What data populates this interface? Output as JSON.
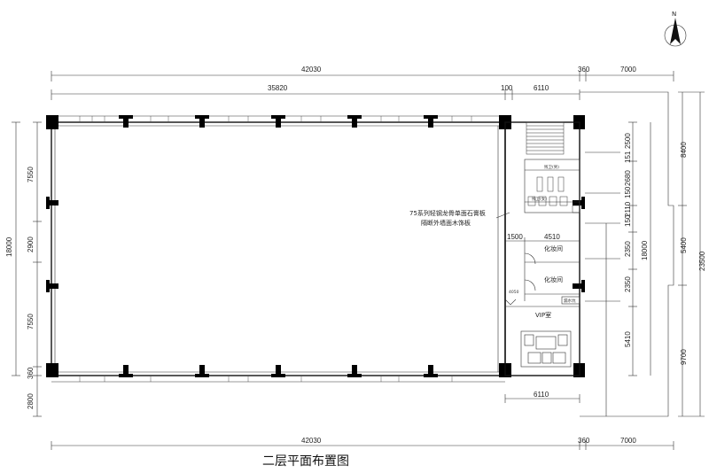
{
  "title": "二层平面布置图",
  "north": "N",
  "dims": {
    "top_total": "42030",
    "top_gap": "360",
    "top_right": "7000",
    "top_main": "35820",
    "top_100": "100",
    "top_6110": "6110",
    "left_7550_a": "7550",
    "left_2900": "2900",
    "left_7550_b": "7550",
    "left_360": "360",
    "left_2800": "2800",
    "left_total": "18000",
    "r_2500": "2500",
    "r_151": "151",
    "r_2680": "2680",
    "r_150": "150",
    "r_2110": "2110",
    "r_150b": "150",
    "r_2350_a": "2350",
    "r_2350_b": "2350",
    "r_5410": "5410",
    "r_18000": "18000",
    "far_8400": "8400",
    "far_5400": "5400",
    "far_9700": "9700",
    "far_23500": "23500",
    "mid_1500": "1500",
    "mid_4510": "4510",
    "bot_6110": "6110",
    "bot_total": "42030",
    "bot_gap": "360",
    "bot_right": "7000"
  },
  "labels": {
    "partition_line1": "75系列轻钢龙骨单面石膏板",
    "partition_line2": "隔断外墙面木饰板",
    "dressing_1": "化妆间",
    "dressing_2": "化妆间",
    "vip": "VIP室",
    "wc_top": "残卫(男)",
    "wc_bottom": "残卫(女)",
    "tiny_1": "4050",
    "tiny_2": "漏水坑"
  }
}
